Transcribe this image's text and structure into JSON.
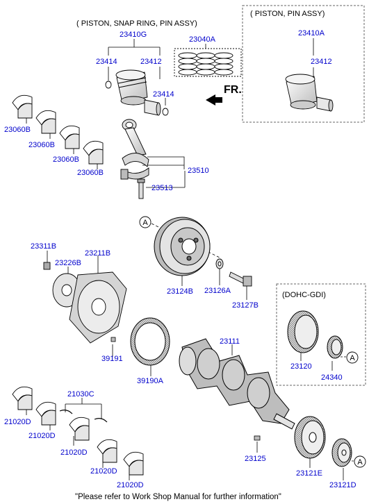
{
  "colors": {
    "part_number": "#0000cc",
    "line": "#000000",
    "dashed_box": "#666666",
    "fill_light": "#eeeeee",
    "fill_mid": "#cccccc",
    "fill_dark": "#888888"
  },
  "group_headers": {
    "piston_snap_ring_pin_assy": "( PISTON, SNAP RING, PIN ASSY)",
    "piston_pin_assy": "( PISTON, PIN ASSY)",
    "dohc_gdi": "(DOHC-GDI)"
  },
  "direction": {
    "label": "FR."
  },
  "reference_marker": "A",
  "footer": "\"Please refer to Work Shop Manual for further information\"",
  "parts": {
    "p23410G": "23410G",
    "p23040A": "23040A",
    "p23414_left": "23414",
    "p23412_left": "23412",
    "p23414_right": "23414",
    "p23410A": "23410A",
    "p23412_right": "23412",
    "p23060B_1": "23060B",
    "p23060B_2": "23060B",
    "p23060B_3": "23060B",
    "p23060B_4": "23060B",
    "p23510": "23510",
    "p23513": "23513",
    "p23311B": "23311B",
    "p23211B": "23211B",
    "p23226B": "23226B",
    "p23124B": "23124B",
    "p23126A": "23126A",
    "p23127B": "23127B",
    "p39191": "39191",
    "p39190A": "39190A",
    "p23111": "23111",
    "p23120": "23120",
    "p24340": "24340",
    "p21030C": "21030C",
    "p21020D_1": "21020D",
    "p21020D_2": "21020D",
    "p21020D_3": "21020D",
    "p21020D_4": "21020D",
    "p21020D_5": "21020D",
    "p23125": "23125",
    "p23121E": "23121E",
    "p23121D": "23121D"
  }
}
